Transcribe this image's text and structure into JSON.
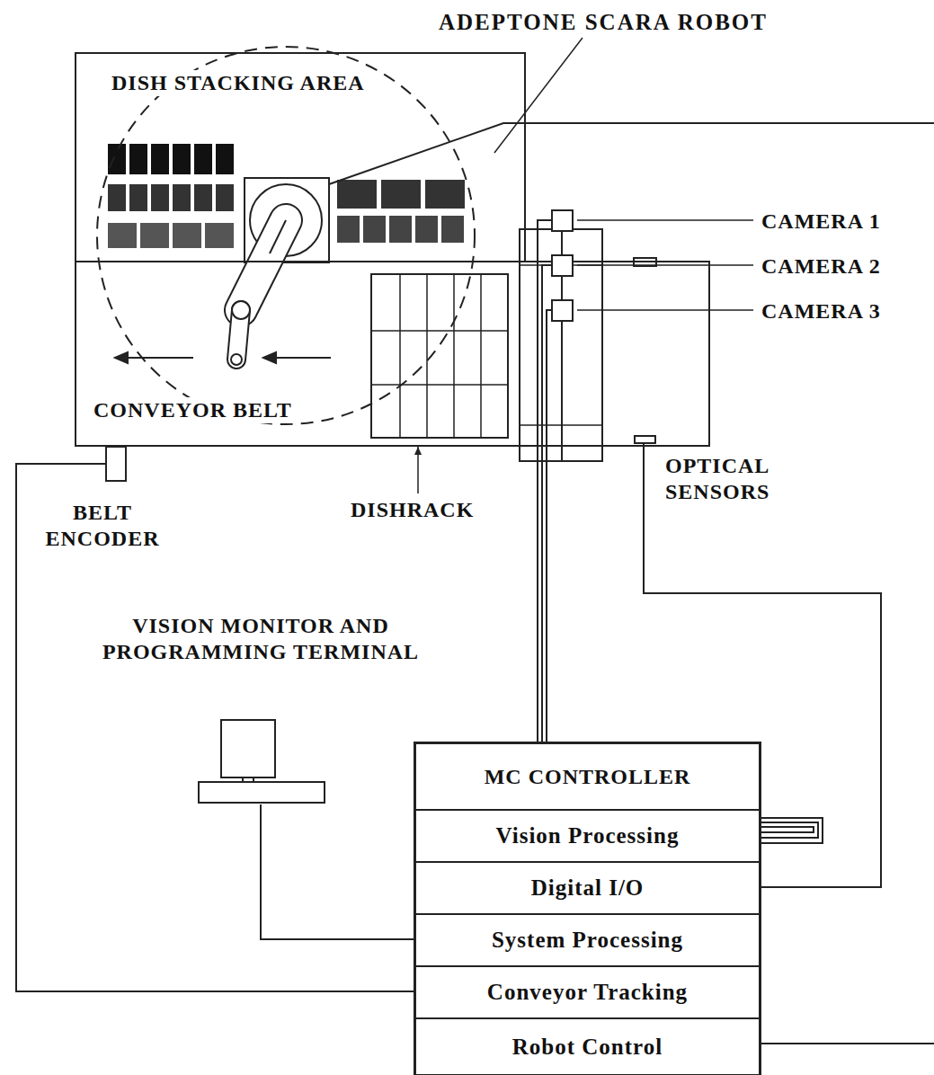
{
  "diagram": {
    "nodes": [
      {
        "text": [
          "DISH STACKING AREA"
        ]
      },
      {
        "text": [
          "CONVEYOR BELT"
        ]
      },
      {
        "text": [
          "BELT ENCODER"
        ]
      },
      {
        "text": [
          "VISION MONITOR AND PROGRAMMING TERMINAL"
        ]
      },
      {
        "text": [
          "MC CONTROLLER"
        ]
      },
      {
        "text": [
          "Vision Processing"
        ],
        "in": 4
      },
      {
        "text": [
          "Digital I/O"
        ],
        "in": 4
      },
      {
        "text": [
          "System Processing"
        ],
        "in": 4
      },
      {
        "text": [
          "Conveyor Tracking"
        ],
        "in": 4
      },
      {
        "text": [
          "Robot Control"
        ],
        "in": 4
      },
      {
        "text": [
          "CAMERA 1"
        ]
      },
      {
        "text": [
          "CAMERA 2"
        ]
      },
      {
        "text": [
          "CAMERA 3"
        ]
      },
      {
        "text": [
          "OPTICAL SENSORS"
        ]
      }
    ],
    "edges": [
      {
        "from": 2,
        "to": 8,
        "arrow": "none"
      },
      {
        "from": 3,
        "to": 7,
        "arrow": "none"
      },
      {
        "from": 10,
        "to": 5,
        "arrow": "none"
      },
      {
        "from": 11,
        "to": 5,
        "arrow": "none"
      },
      {
        "from": 12,
        "to": 5,
        "arrow": "none"
      },
      {
        "from": 13,
        "to": 6,
        "arrow": "none"
      }
    ],
    "labels": [
      "ADEPTONE SCARA ROBOT",
      "DISHRACK"
    ]
  }
}
